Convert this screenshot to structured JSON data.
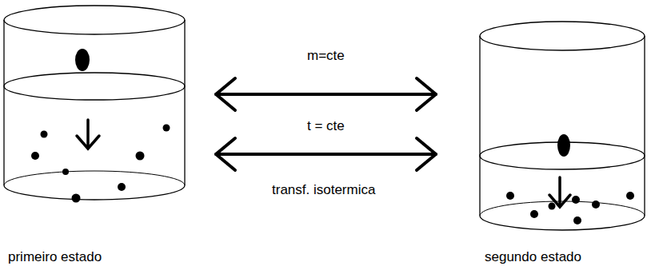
{
  "diagram": {
    "nodes": [
      {
        "text": [
          "primeiro estado"
        ]
      },
      {
        "text": [
          "segundo estado"
        ]
      }
    ],
    "edges": [
      {
        "from": 0,
        "to": 1,
        "arrow": "both",
        "label": "m=cte"
      },
      {
        "from": 0,
        "to": 1,
        "arrow": "both",
        "label": "t = cte"
      }
    ],
    "labels": [
      "transf. isotermica"
    ]
  }
}
